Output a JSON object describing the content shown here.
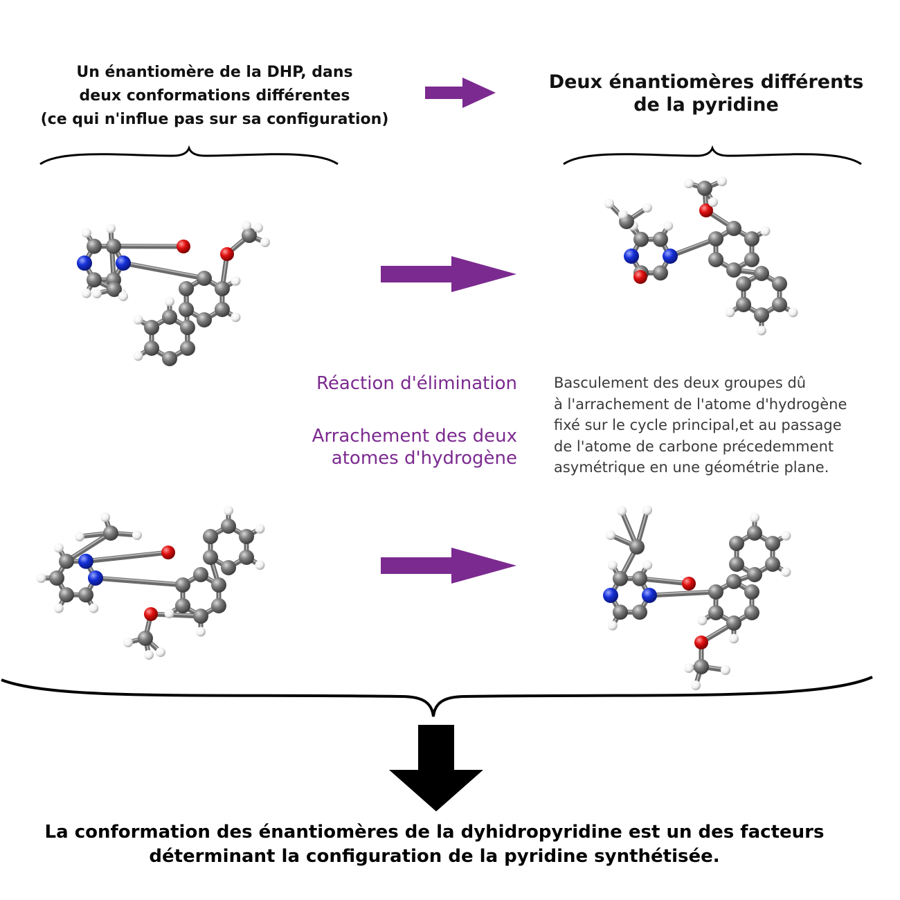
{
  "header": {
    "left_text": "Un énantiomère de la DHP, dans\ndeux conformations différentes\n(ce qui n'influe pas sur sa configuration)",
    "right_text": "Deux énantiomères différents\nde la pyridine"
  },
  "middle": {
    "reaction_label": "Réaction d'élimination",
    "hydrogen_label": "Arrachement des deux\natomes d'hydrogène",
    "explanation": "Basculement des deux groupes dû\nà l'arrachement de l'atome d'hydrogène\nfixé sur le cycle principal,et au passage\nde l'atome de carbone précedemment\nasymétrique en une géométrie plane."
  },
  "conclusion": {
    "text": "La conformation des énantiomères de la dyhidropyridine est un des facteurs\ndéterminant la configuration de la pyridine synthétisée."
  },
  "colors": {
    "arrow_purple": "#7b2a8f",
    "text_purple": "#7b2a8f",
    "carbon": "#6e6e6e",
    "oxygen": "#e01010",
    "nitrogen": "#1530d8",
    "hydrogen": "#ffffff",
    "bond": "#7a7a7a"
  },
  "molecules": [
    {
      "id": "dhp-conformation-1",
      "atoms": "C, N, O, H"
    },
    {
      "id": "pyridine-enantiomer-1",
      "atoms": "C, N, O, H"
    },
    {
      "id": "dhp-conformation-2",
      "atoms": "C, N, O, H"
    },
    {
      "id": "pyridine-enantiomer-2",
      "atoms": "C, N, O, H"
    }
  ]
}
